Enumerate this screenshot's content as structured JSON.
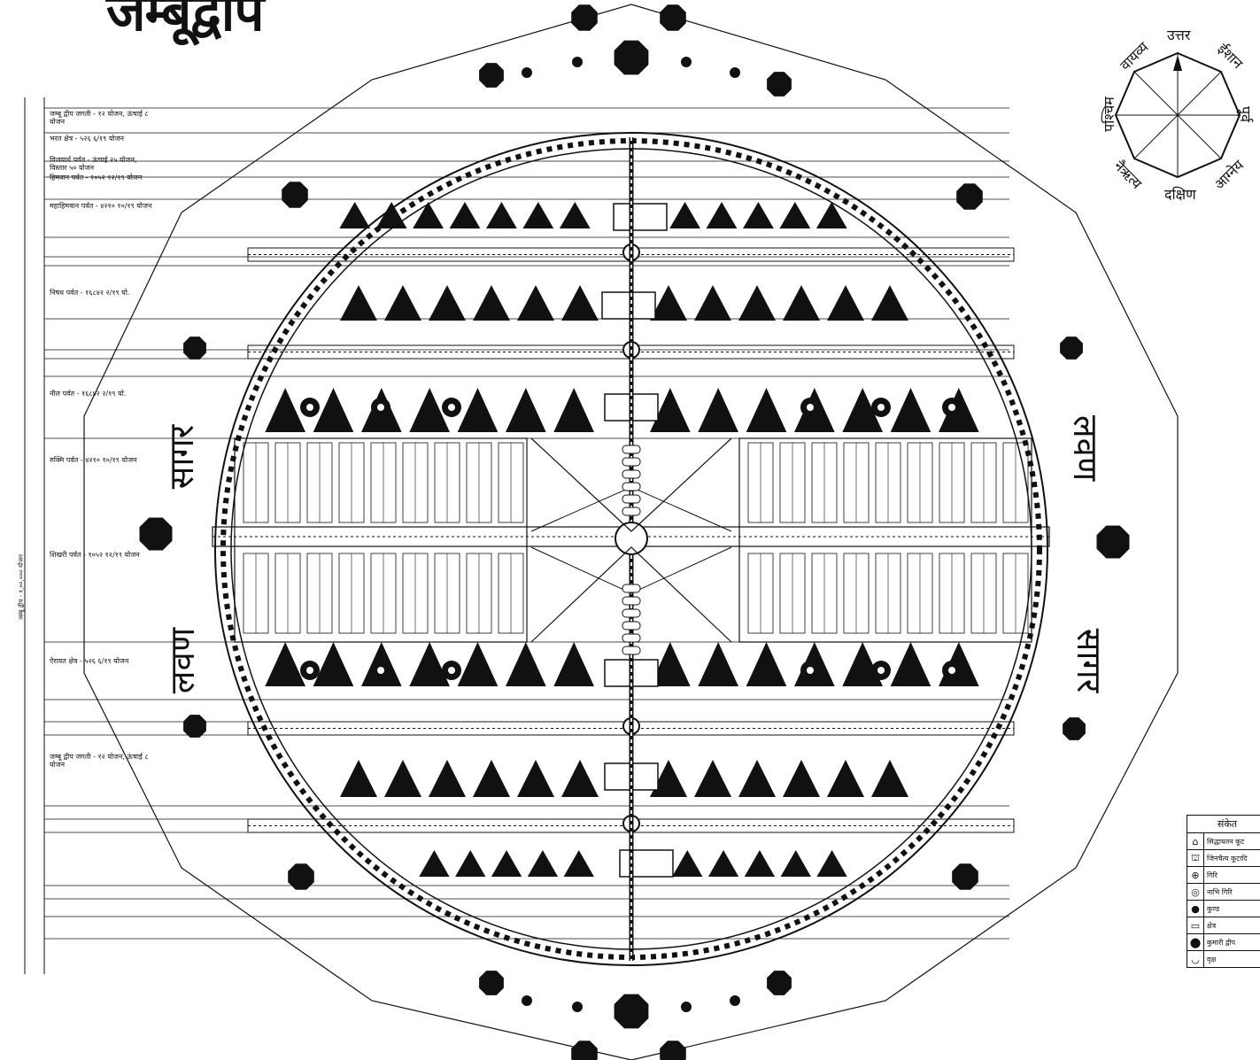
{
  "title": "जम्बूद्वीप",
  "sea_labels": [
    "सागर",
    "लवण",
    "लवण",
    "सागर"
  ],
  "compass": {
    "north": "उत्तर",
    "south": "दक्षिण",
    "west": "पश्चिम",
    "east": "पूर्व",
    "northwest": "वायव्य",
    "northeast": "ईशान",
    "southwest": "नैऋत्य",
    "southeast": "आग्नेय"
  },
  "legend": {
    "heading": "संकेत",
    "items": [
      {
        "symbol": "⌂",
        "text": "सिद्धायतन कूट"
      },
      {
        "symbol": "⛫",
        "text": "जिनचैत्य कूटादि"
      },
      {
        "symbol": "⊕",
        "text": "गिरि"
      },
      {
        "symbol": "◎",
        "text": "नाभि गिरि"
      },
      {
        "symbol": "●",
        "text": "कुण्ड"
      },
      {
        "symbol": "▭",
        "text": "क्षेत्र"
      },
      {
        "symbol": "⬤",
        "text": "कुमारी द्वीप"
      },
      {
        "symbol": "◡",
        "text": "वृक्ष"
      }
    ]
  },
  "row_labels": [
    "जम्बू द्वीप जगती - १२ योजन, ऊंचाई ८ योजन",
    "भरत क्षेत्र - ५२६ ६/१९ योजन",
    "विजयार्ध पर्वत - ऊंचाई २५ योजन, विस्तार ५० योजन",
    "हिमवान पर्वत - १०५२ १२/१९ योजन",
    "महाहिमवान पर्वत - ४२१० १०/१९ योजन",
    "निषध पर्वत - १६८४२ २/१९ यो.",
    "नील पर्वत - १६८४२ २/१९ यो.",
    "रुक्मि पर्वत - ४२१० १०/१९ योजन",
    "शिखरी पर्वत - १०५२ १२/१९ योजन",
    "ऐरावत क्षेत्र - ५२६ ६/१९ योजन",
    "जम्बू द्वीप जगती - १२ योजन, ऊंचाई ८ योजन"
  ],
  "side_labels": [
    "जम्बू द्वीप - १,००,००० योजन"
  ]
}
